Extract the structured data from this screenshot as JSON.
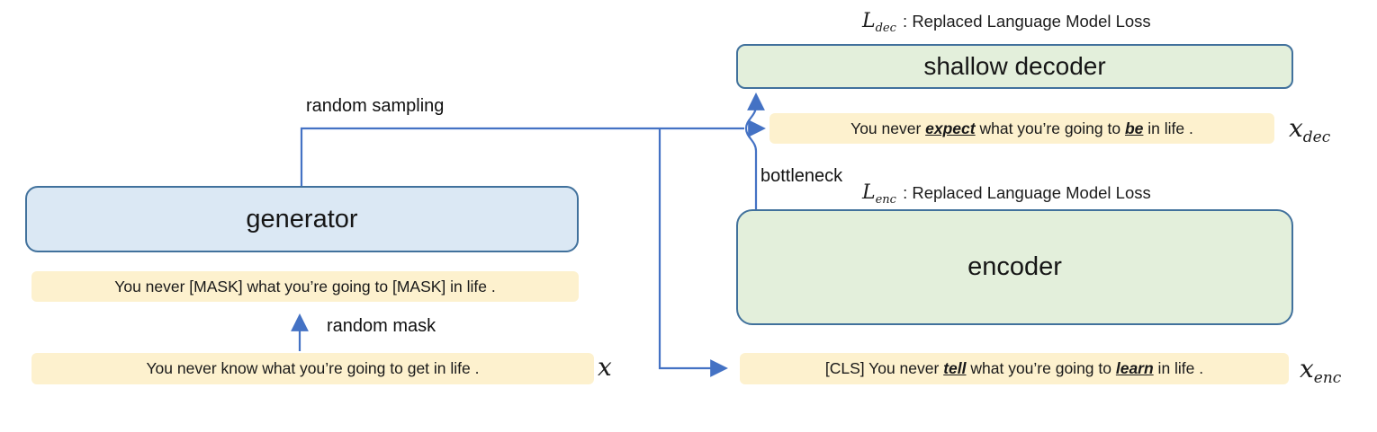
{
  "diagram": {
    "colors": {
      "box_blue_fill": "#dbe8f4",
      "box_green_fill": "#e3efdb",
      "box_border": "#41719c",
      "highlight_yellow": "#fdf1ce",
      "connector_blue": "#4472c4",
      "text": "#1c1c1c"
    },
    "generator": {
      "label": "generator"
    },
    "shallow_decoder": {
      "label": "shallow decoder"
    },
    "encoder": {
      "label": "encoder"
    },
    "loss_dec": {
      "symbol": "L",
      "sub": "dec",
      "text": " : Replaced Language Model Loss"
    },
    "loss_enc": {
      "symbol": "L",
      "sub": "enc",
      "text": " : Replaced Language Model Loss"
    },
    "edge_labels": {
      "random_sampling": "random sampling",
      "random_mask": "random mask",
      "bottleneck": "bottleneck"
    },
    "sentences": {
      "masked": "You never [MASK] what you’re going to [MASK] in life .",
      "original": "You never know what you’re going to get in life .",
      "dec": {
        "pre": "You never ",
        "w1": "expect",
        "mid": " what you’re going to ",
        "w2": "be",
        "post": " in life ."
      },
      "enc": {
        "pre": "[CLS] You never ",
        "w1": "tell",
        "mid": " what you’re going to ",
        "w2": "learn",
        "post": " in life ."
      }
    },
    "vars": {
      "x": {
        "symbol": "x"
      },
      "x_dec": {
        "symbol": "x",
        "sub": "dec"
      },
      "x_enc": {
        "symbol": "x",
        "sub": "enc"
      }
    }
  }
}
